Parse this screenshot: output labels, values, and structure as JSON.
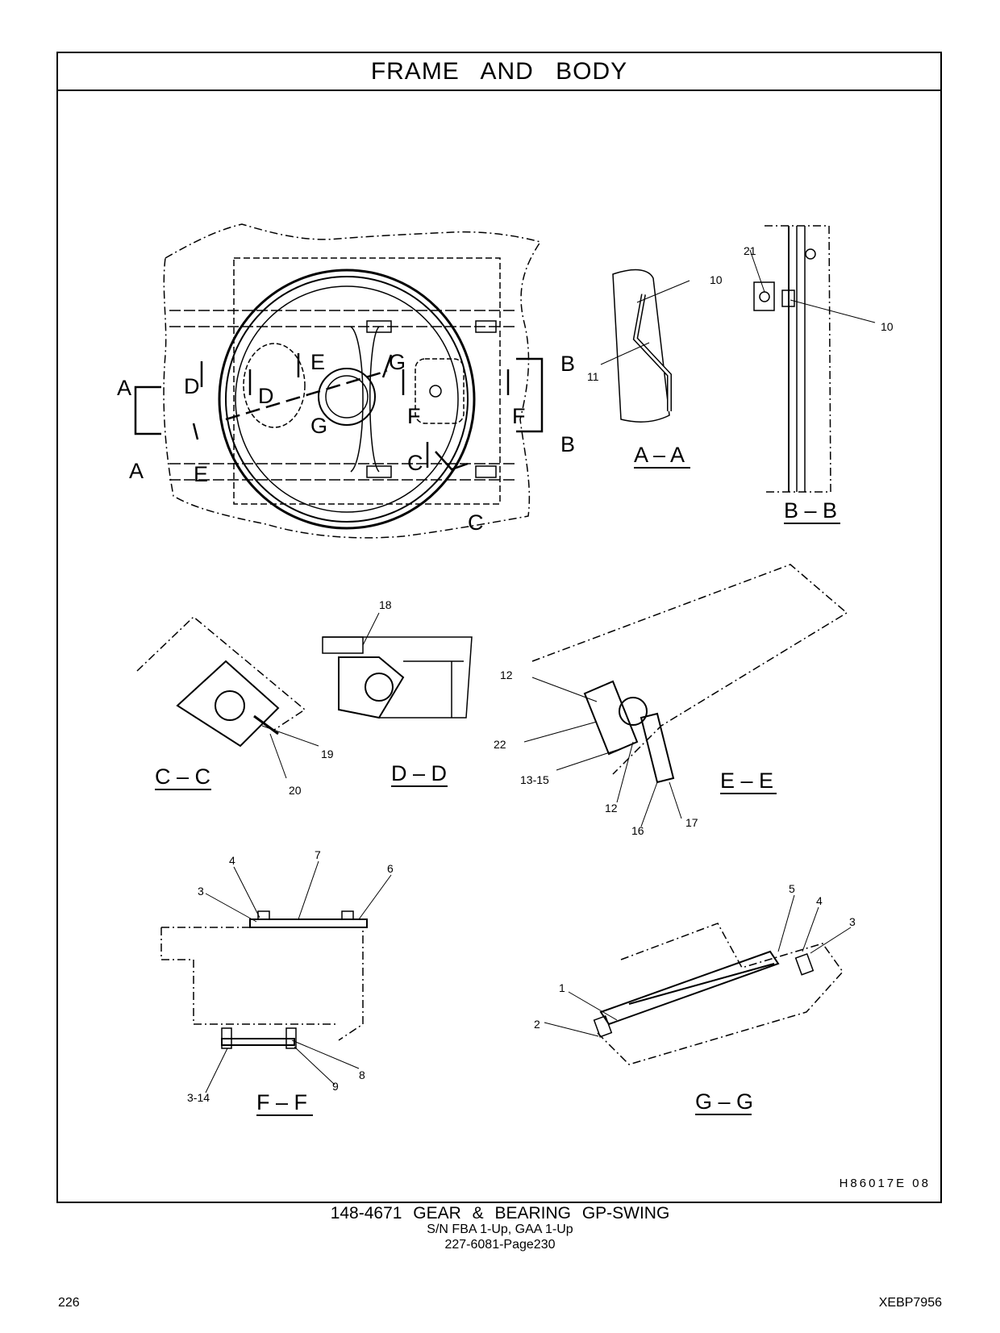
{
  "page_title": "FRAME AND BODY",
  "drawing_id": "H86017E 08",
  "caption": {
    "part_line": "148-4671 GEAR & BEARING GP-SWING",
    "serial_line": "S/N FBA 1-Up, GAA 1-Up",
    "ref_line": "227-6081-Page230"
  },
  "footer": {
    "page_number": "226",
    "doc_id": "XEBP7956"
  },
  "section_titles": [
    "A – A",
    "B – B",
    "C – C",
    "D – D",
    "E – E",
    "F – F",
    "G – G"
  ],
  "section_letters": [
    "A",
    "B",
    "C",
    "D",
    "E",
    "F",
    "G"
  ],
  "callouts": {
    "aa": [
      "10",
      "11"
    ],
    "bb": [
      "21",
      "10"
    ],
    "cc": [
      "19",
      "20"
    ],
    "dd": [
      "18"
    ],
    "ee": [
      "12",
      "22",
      "13-15",
      "12",
      "16",
      "17"
    ],
    "ff": [
      "4",
      "7",
      "6",
      "3",
      "3-14",
      "9",
      "8"
    ],
    "gg": [
      "5",
      "4",
      "3",
      "1",
      "2"
    ]
  }
}
